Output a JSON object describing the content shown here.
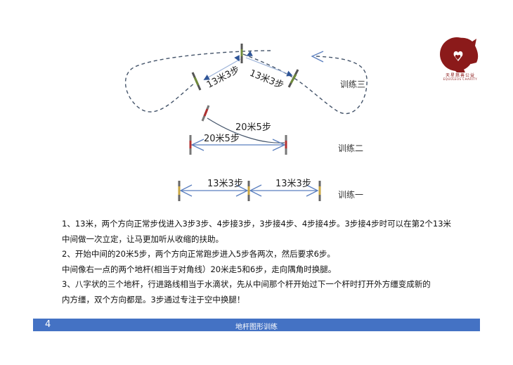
{
  "diagram": {
    "exercise3": {
      "label": "训练三",
      "distance_left": "13米3步",
      "distance_right": "13米3步"
    },
    "exercise2": {
      "label": "训练二",
      "distance_straight": "20米5步",
      "distance_diagonal": "20米5步"
    },
    "exercise1": {
      "label": "训练一",
      "distance_left": "13米3步",
      "distance_right": "13米3步"
    },
    "colors": {
      "arrow": "#5b7fbf",
      "dashed_path": "#44546a",
      "pole_red": "#b03030",
      "pole_green": "#6f8a3a",
      "pole_yellow": "#c9a640"
    }
  },
  "logo": {
    "name_cn": "天星慈善公益",
    "name_en": "EQUULEUS CHARITY",
    "color": "#8b1a1a"
  },
  "text": {
    "lines": [
      "1、13米，两个方向正常步伐进入3步3步、4步接3步，3步接4步、4步接4步。3步接4步时可以在第2个13米",
      "中间做一次立定，让马更加听从收缩的扶助。",
      "2、开始中间的20米5步，两个方向正常跑步进入5步各两次，然后要求6步。",
      "中间像右一点的两个地杆(相当于对角线）20米走5和6步，走向隅角时换腿。",
      "3、八字状的三个地杆，行进路线相当于水滴状，先从中间那个杆开始过下一个杆时打开外方缰变成新的",
      "内方缰，双个方向都是。3步通过专注于空中换腿！"
    ]
  },
  "footer": {
    "page_number": "4",
    "title": "地杆图形训练",
    "color": "#4472c4"
  }
}
